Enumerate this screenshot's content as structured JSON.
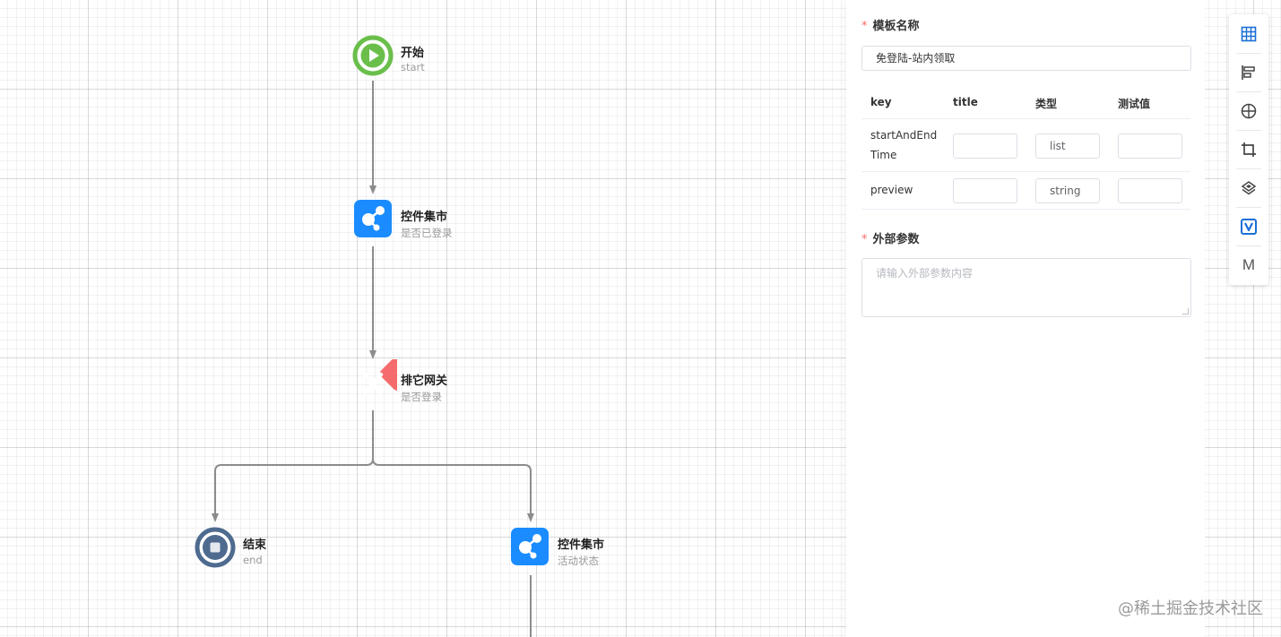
{
  "flow": {
    "nodes": [
      {
        "id": "start",
        "title": "开始",
        "subtitle": "start",
        "kind": "start-event",
        "color": "#67c23a"
      },
      {
        "id": "task1",
        "title": "控件集市",
        "subtitle": "是否已登录",
        "kind": "service-task",
        "color": "#1a8cff"
      },
      {
        "id": "gateway",
        "title": "排它网关",
        "subtitle": "是否登录",
        "kind": "exclusive-gateway",
        "color": "#f56c6c"
      },
      {
        "id": "end",
        "title": "结束",
        "subtitle": "end",
        "kind": "end-event",
        "color": "#4e6b8f"
      },
      {
        "id": "task2",
        "title": "控件集市",
        "subtitle": "活动状态",
        "kind": "service-task",
        "color": "#1a8cff"
      }
    ]
  },
  "panel": {
    "template_name_label": "模板名称",
    "template_name_value": "免登陆-站内领取",
    "table_headers": [
      "key",
      "title",
      "类型",
      "测试值"
    ],
    "rows": [
      {
        "key_line1": "startAndEnd",
        "key_line2": "Time",
        "title": "",
        "type": "list",
        "test_value": ""
      },
      {
        "key_line1": "preview",
        "key_line2": "",
        "title": "",
        "type": "string",
        "test_value": ""
      }
    ],
    "external_params_label": "外部参数",
    "external_params_placeholder": "请输入外部参数内容",
    "required_mark": "*"
  },
  "toolbar": {
    "icons": [
      "grid-icon",
      "align-icon",
      "crosshair-icon",
      "crop-icon",
      "layers-icon",
      "v-icon",
      "m-icon"
    ],
    "m_label": "M",
    "v_label": "V"
  },
  "watermark": "@稀土掘金技术社区"
}
